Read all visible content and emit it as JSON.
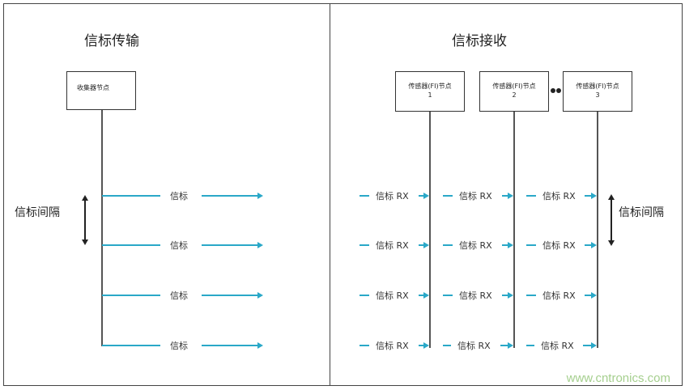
{
  "left": {
    "title": "信标传输",
    "collector_label": "收集器节点",
    "beacon_label": "信标",
    "interval_label": "信标间隔"
  },
  "right": {
    "title": "信标接收",
    "sensors": [
      {
        "name": "传感器(FI)节点",
        "num": "1"
      },
      {
        "name": "传感器(FI)节点",
        "num": "2"
      },
      {
        "name": "传感器(FI)节点",
        "num": "3"
      }
    ],
    "rx_label": "信标 RX",
    "interval_label": "信标间隔"
  },
  "watermark": "www.cntronics.com",
  "colors": {
    "arrow": "#2aa8c8",
    "line": "#555555",
    "border": "#444444"
  }
}
